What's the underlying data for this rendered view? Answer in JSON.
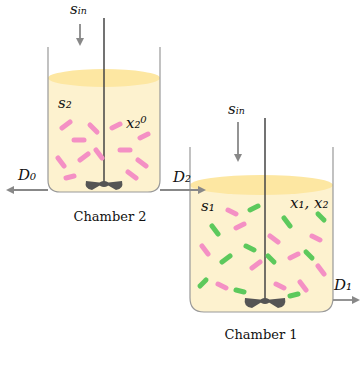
{
  "diagram": {
    "nodes": [
      {
        "text": [
          "Chamber 2",
          "s₂",
          "x₂⁰"
        ]
      },
      {
        "text": [
          "Chamber 1",
          "s₁",
          "x₁, x₂"
        ]
      }
    ],
    "edges": [
      {
        "from": 0,
        "to": 1,
        "arrow": "to",
        "label": "D₂"
      }
    ],
    "labels": [
      "sᵢₙ",
      "sᵢₙ",
      "D₀",
      "D₁"
    ]
  }
}
